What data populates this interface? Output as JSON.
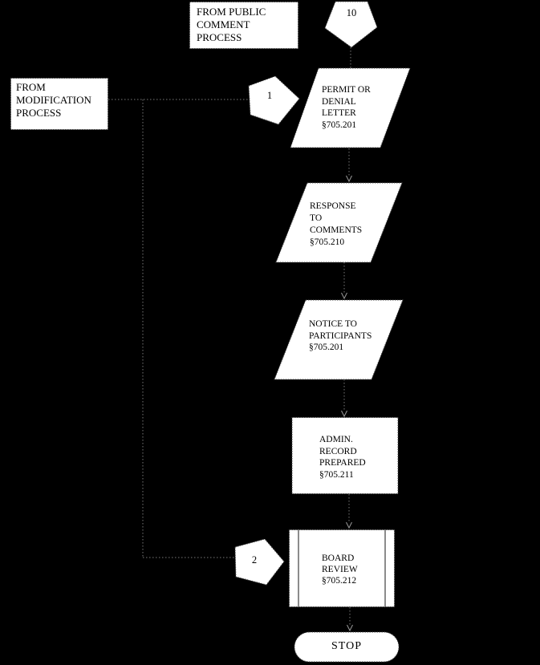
{
  "colors": {
    "bg": "#000000",
    "fill": "#ffffff",
    "text": "#000000",
    "border": "#4a4a4a",
    "line": "#777777",
    "arrow": "#999999",
    "bar": "#666666"
  },
  "nodes": {
    "from_public_comment": {
      "label": "FROM PUBLIC\nCOMMENT\nPROCESS",
      "shape": "rectangle"
    },
    "from_modification": {
      "label": "FROM\nMODIFICATION\nPROCESS",
      "shape": "rectangle"
    },
    "connector_10": {
      "label": "10",
      "shape": "off-page-connector"
    },
    "connector_1": {
      "label": "1",
      "shape": "off-page-connector"
    },
    "connector_2": {
      "label": "2",
      "shape": "off-page-connector"
    },
    "permit_or_denial_letter": {
      "label": "PERMIT OR\nDENIAL\nLETTER\n§705.201",
      "shape": "parallelogram"
    },
    "response_to_comments": {
      "label": "RESPONSE\nTO\nCOMMENTS\n§705.210",
      "shape": "parallelogram"
    },
    "notice_to_participants": {
      "label": "NOTICE TO\nPARTICIPANTS\n§705.201",
      "shape": "parallelogram"
    },
    "admin_record_prepared": {
      "label": "ADMIN.\nRECORD\nPREPARED\n§705.211",
      "shape": "process"
    },
    "board_review": {
      "label": "BOARD\nREVIEW\n§705.212",
      "shape": "predefined-process"
    },
    "stop": {
      "label": "STOP",
      "shape": "terminator"
    }
  }
}
